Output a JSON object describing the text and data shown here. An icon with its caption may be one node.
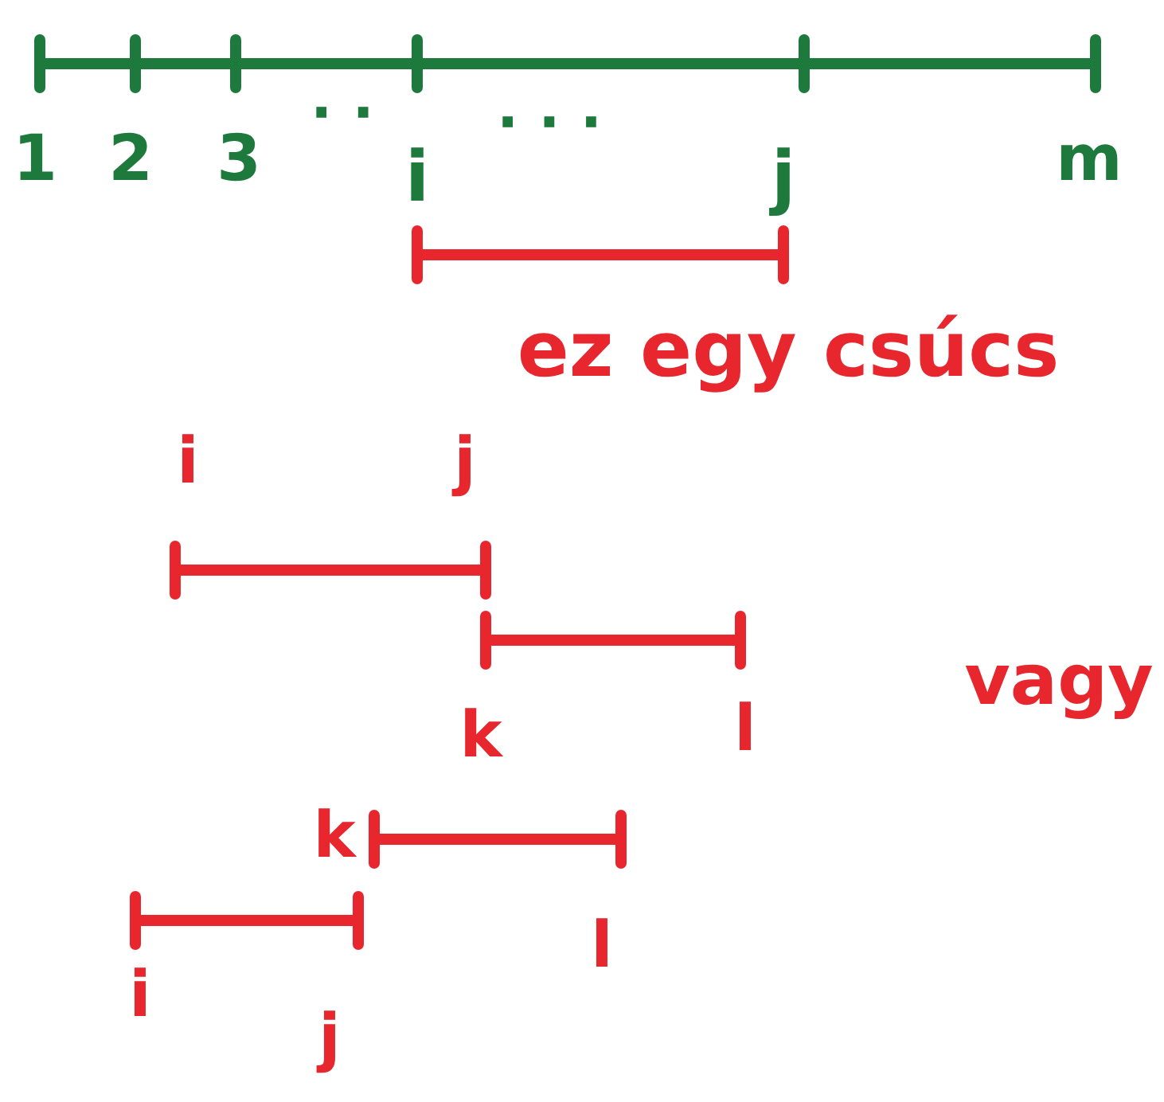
{
  "diagram": {
    "labels": [
      "1",
      "2",
      "3",
      "· ·",
      "i",
      "· · ·",
      "j",
      "m",
      "ez egy csúcs",
      "i",
      "j",
      "k",
      "l",
      "vagy",
      "k",
      "l",
      "i",
      "j"
    ]
  }
}
